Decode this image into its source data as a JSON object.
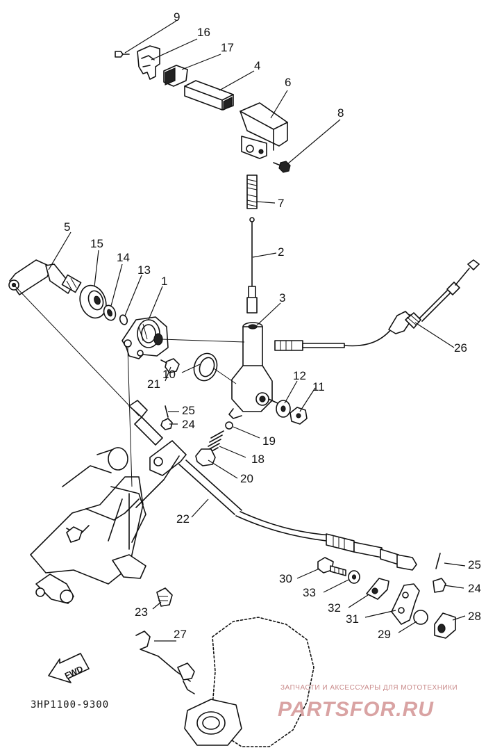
{
  "callouts": [
    {
      "n": "9"
    },
    {
      "n": "16"
    },
    {
      "n": "17"
    },
    {
      "n": "4"
    },
    {
      "n": "6"
    },
    {
      "n": "8"
    },
    {
      "n": "7"
    },
    {
      "n": "2"
    },
    {
      "n": "5"
    },
    {
      "n": "15"
    },
    {
      "n": "14"
    },
    {
      "n": "13"
    },
    {
      "n": "1"
    },
    {
      "n": "3"
    },
    {
      "n": "26"
    },
    {
      "n": "12"
    },
    {
      "n": "11"
    },
    {
      "n": "21"
    },
    {
      "n": "10"
    },
    {
      "n": "25"
    },
    {
      "n": "24"
    },
    {
      "n": "19"
    },
    {
      "n": "18"
    },
    {
      "n": "20"
    },
    {
      "n": "22"
    },
    {
      "n": "25"
    },
    {
      "n": "30"
    },
    {
      "n": "24"
    },
    {
      "n": "33"
    },
    {
      "n": "32"
    },
    {
      "n": "31"
    },
    {
      "n": "28"
    },
    {
      "n": "29"
    },
    {
      "n": "23"
    },
    {
      "n": "27"
    }
  ],
  "direction_label": "FWD",
  "diagram_code": "3HP1100-9300",
  "watermark": {
    "tagline": "ЗАПЧАСТИ И АКСЕССУАРЫ ДЛЯ МОТОТЕХНИКИ",
    "brand": "PARTSFOR.RU",
    "color": "#d9a3a3"
  }
}
